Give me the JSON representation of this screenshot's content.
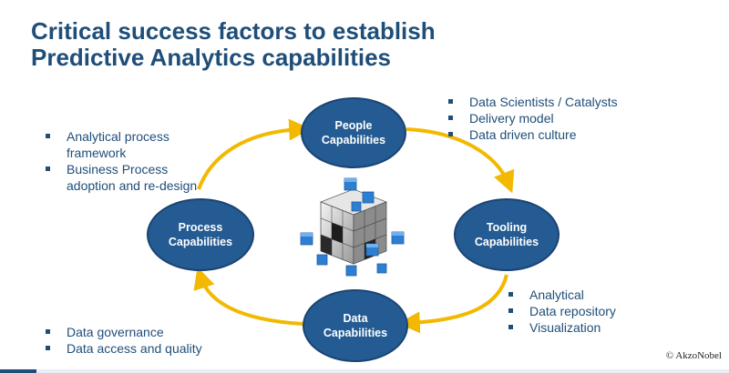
{
  "title": {
    "line1": "Critical success factors to establish",
    "line2": "Predictive Analytics capabilities"
  },
  "nodes": {
    "people": {
      "line1": "People",
      "line2": "Capabilities"
    },
    "tooling": {
      "line1": "Tooling",
      "line2": "Capabilities"
    },
    "data": {
      "line1": "Data",
      "line2": "Capabilities"
    },
    "process": {
      "line1": "Process",
      "line2": "Capabilities"
    }
  },
  "bullets": {
    "people": [
      "Data Scientists / Catalysts",
      "Delivery model",
      "Data driven culture"
    ],
    "process": [
      "Analytical process framework",
      "Business Process adoption and re-design"
    ],
    "tooling": [
      "Analytical",
      "Data repository",
      "Visualization"
    ],
    "data": [
      "Data governance",
      "Data access and quality"
    ]
  },
  "footer": {
    "copyright": "© AkzoNobel"
  },
  "colors": {
    "title": "#1f4e79",
    "node_fill": "#245b93",
    "arrow": "#f2b900",
    "cube_blue": "#2e7fd1"
  },
  "icons": {
    "center": "cube-cluster-icon",
    "bullet": "square-bullet-icon"
  }
}
